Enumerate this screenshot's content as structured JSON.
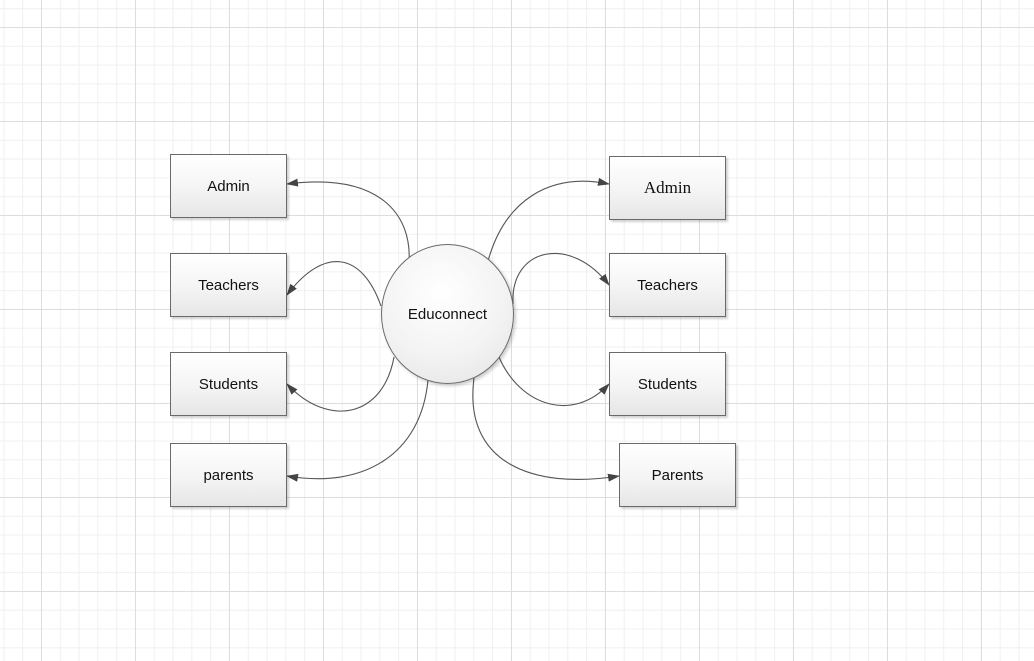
{
  "diagram": {
    "center": {
      "label": "Educonnect"
    },
    "left_nodes": [
      {
        "label": "Admin"
      },
      {
        "label": "Teachers"
      },
      {
        "label": "Students"
      },
      {
        "label": "parents"
      }
    ],
    "right_nodes": [
      {
        "label": "Admin"
      },
      {
        "label": "Teachers"
      },
      {
        "label": "Students"
      },
      {
        "label": "Parents"
      }
    ]
  }
}
